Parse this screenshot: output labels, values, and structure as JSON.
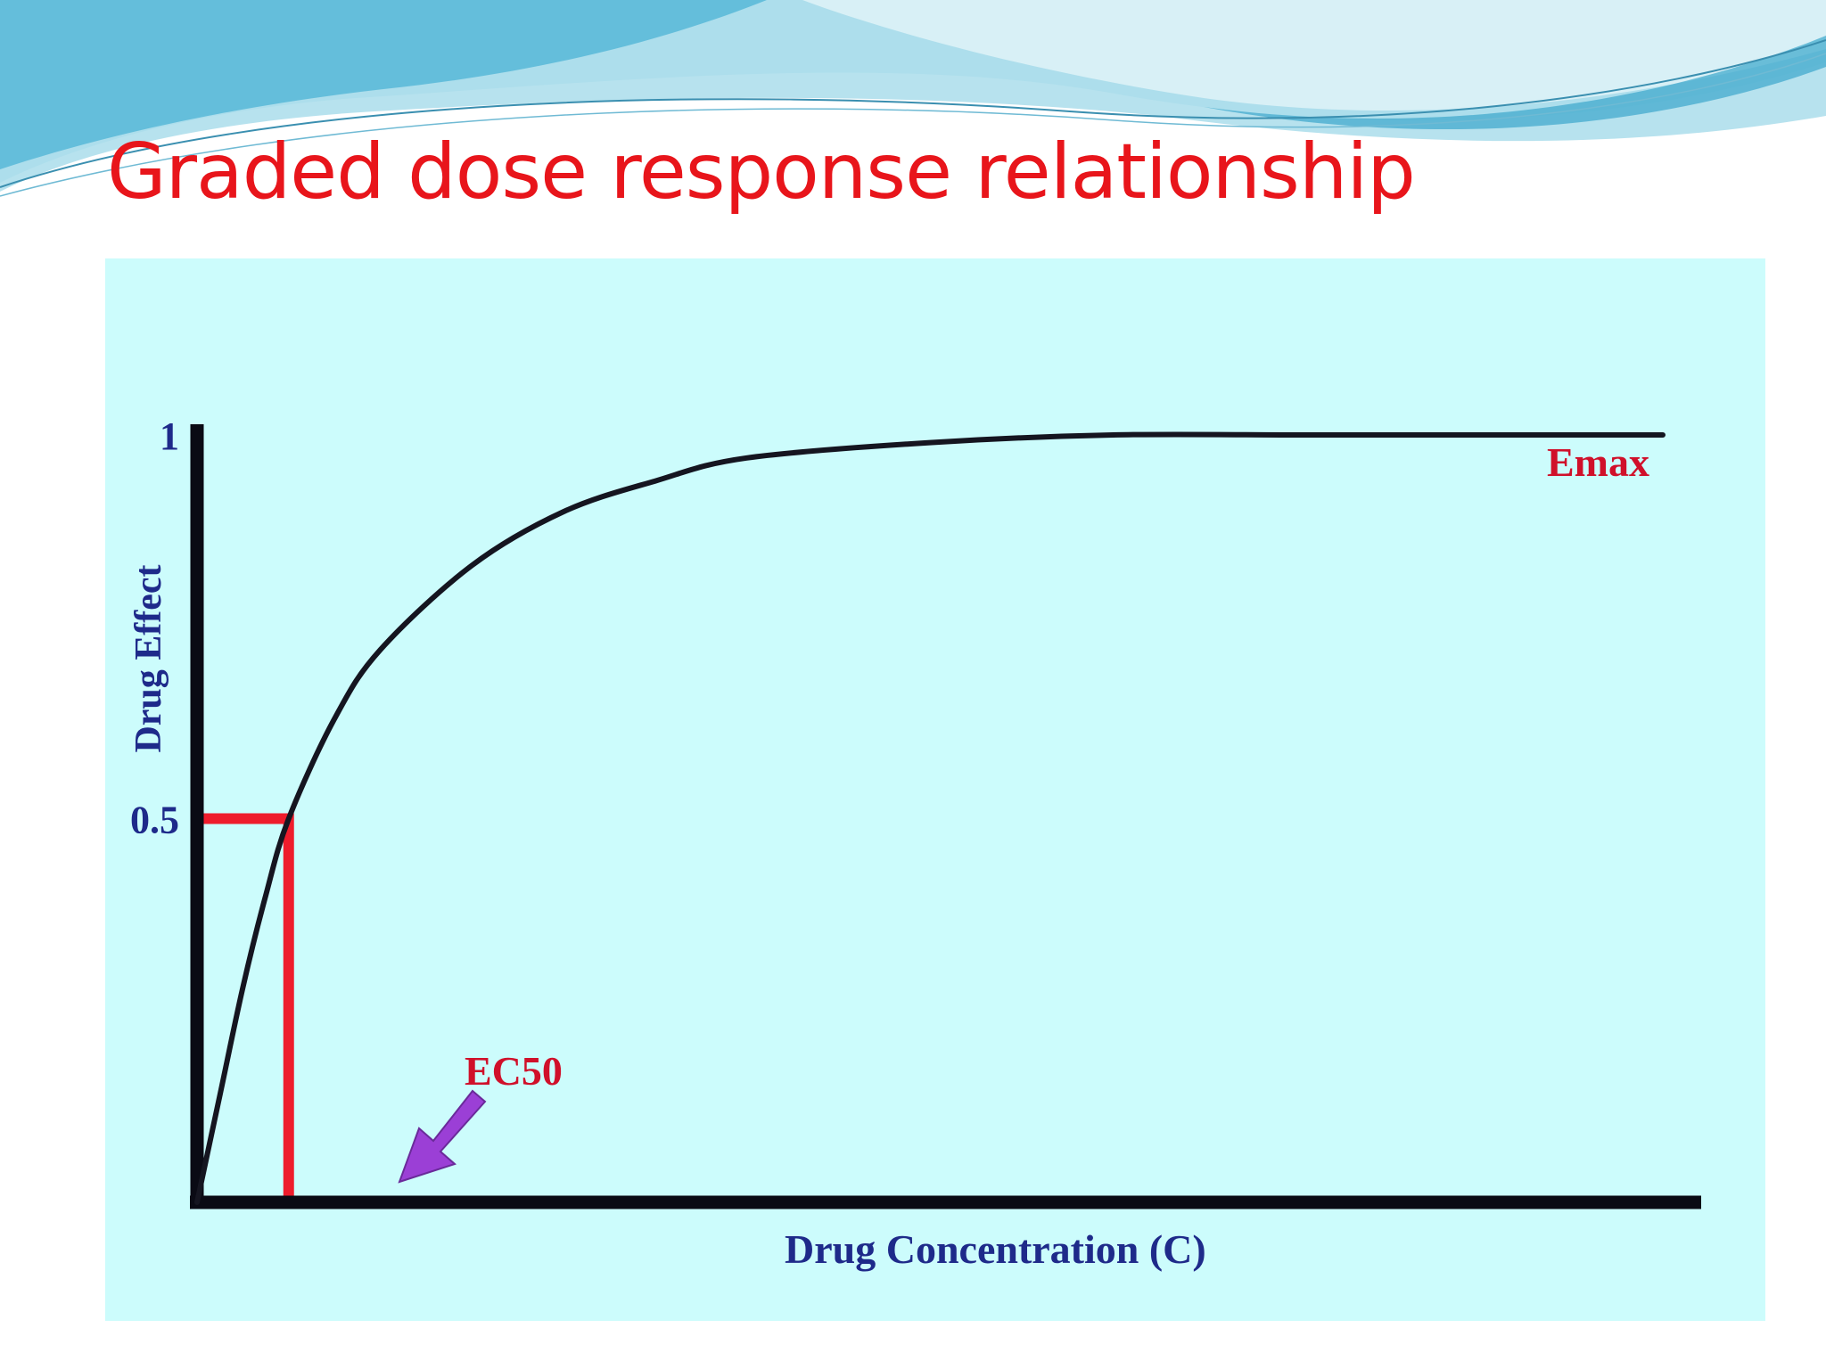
{
  "slide": {
    "title": "Graded dose response relationship",
    "colors": {
      "title": "#e8151b",
      "panel_background": "#ccfcfc",
      "axis": "#0a0a14",
      "curve": "#151520",
      "ec50_guide": "#ee1c2c",
      "axis_text": "#1e2a8a",
      "annotation_text": "#d0102a",
      "arrow": "#9b3fd6",
      "header_wave_light": "#d8f0f6",
      "header_wave_mid": "#8fd0e4",
      "header_wave_dark": "#3aa6cc"
    }
  },
  "chart_data": {
    "type": "line",
    "title": "",
    "xlabel": "Drug Concentration (C)",
    "ylabel": "Drug Effect",
    "y_ticks": [
      {
        "value": 1,
        "label": "1"
      },
      {
        "value": 0.5,
        "label": "0.5"
      }
    ],
    "xlim": [
      0,
      16
    ],
    "ylim": [
      0,
      1
    ],
    "grid": false,
    "legend": "none",
    "ec50_value": 1,
    "series": [
      {
        "x": [
          0,
          0.25,
          0.5,
          0.75,
          1,
          1.5,
          2,
          3,
          4,
          5,
          6,
          8,
          10,
          12,
          14,
          16
        ],
        "values": [
          0,
          0.14,
          0.28,
          0.4,
          0.5,
          0.63,
          0.72,
          0.83,
          0.9,
          0.94,
          0.97,
          0.99,
          1,
          1,
          1,
          1
        ]
      }
    ],
    "annotations": [
      {
        "id": "emax",
        "text": "Emax"
      },
      {
        "id": "ec50",
        "text": "EC50"
      }
    ]
  }
}
